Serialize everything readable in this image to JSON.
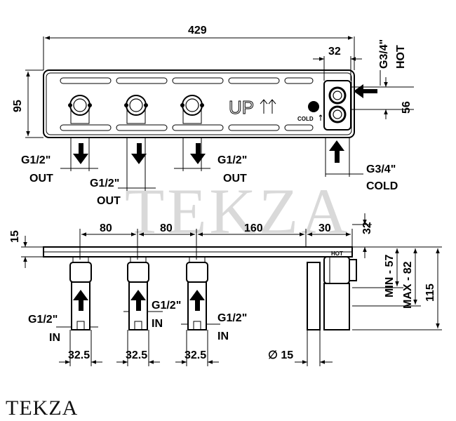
{
  "watermark": "TEKZA",
  "brand": "TEKZA",
  "top_view": {
    "dim_width": "429",
    "dim_height": "95",
    "dim_right_32": "32",
    "dim_right_56": "56",
    "hot_size": "G3/4\"",
    "hot_label": "HOT",
    "cold_size": "G3/4\"",
    "cold_label": "COLD",
    "cold_small": "COLD",
    "up_logo": "UP",
    "out1_size": "G1/2\"",
    "out1_label": "OUT",
    "out2_size": "G1/2\"",
    "out2_label": "OUT",
    "out3_size": "G1/2\"",
    "out3_label": "OUT"
  },
  "side_view": {
    "dim_15": "15",
    "dim_80a": "80",
    "dim_80b": "80",
    "dim_160": "160",
    "dim_30": "30",
    "dim_32": "32",
    "dim_min": "MIN - 57",
    "dim_max": "MAX - 82",
    "dim_115": "115",
    "plate_text": "HOT",
    "in1_size": "G1/2\"",
    "in1_label": "IN",
    "in2_size": "G1/2\"",
    "in2_label": "IN",
    "in3_size": "G1/2\"",
    "in3_label": "IN",
    "dia_15": "∅ 15",
    "d325a": "32.5",
    "d325b": "32.5",
    "d325c": "32.5"
  }
}
